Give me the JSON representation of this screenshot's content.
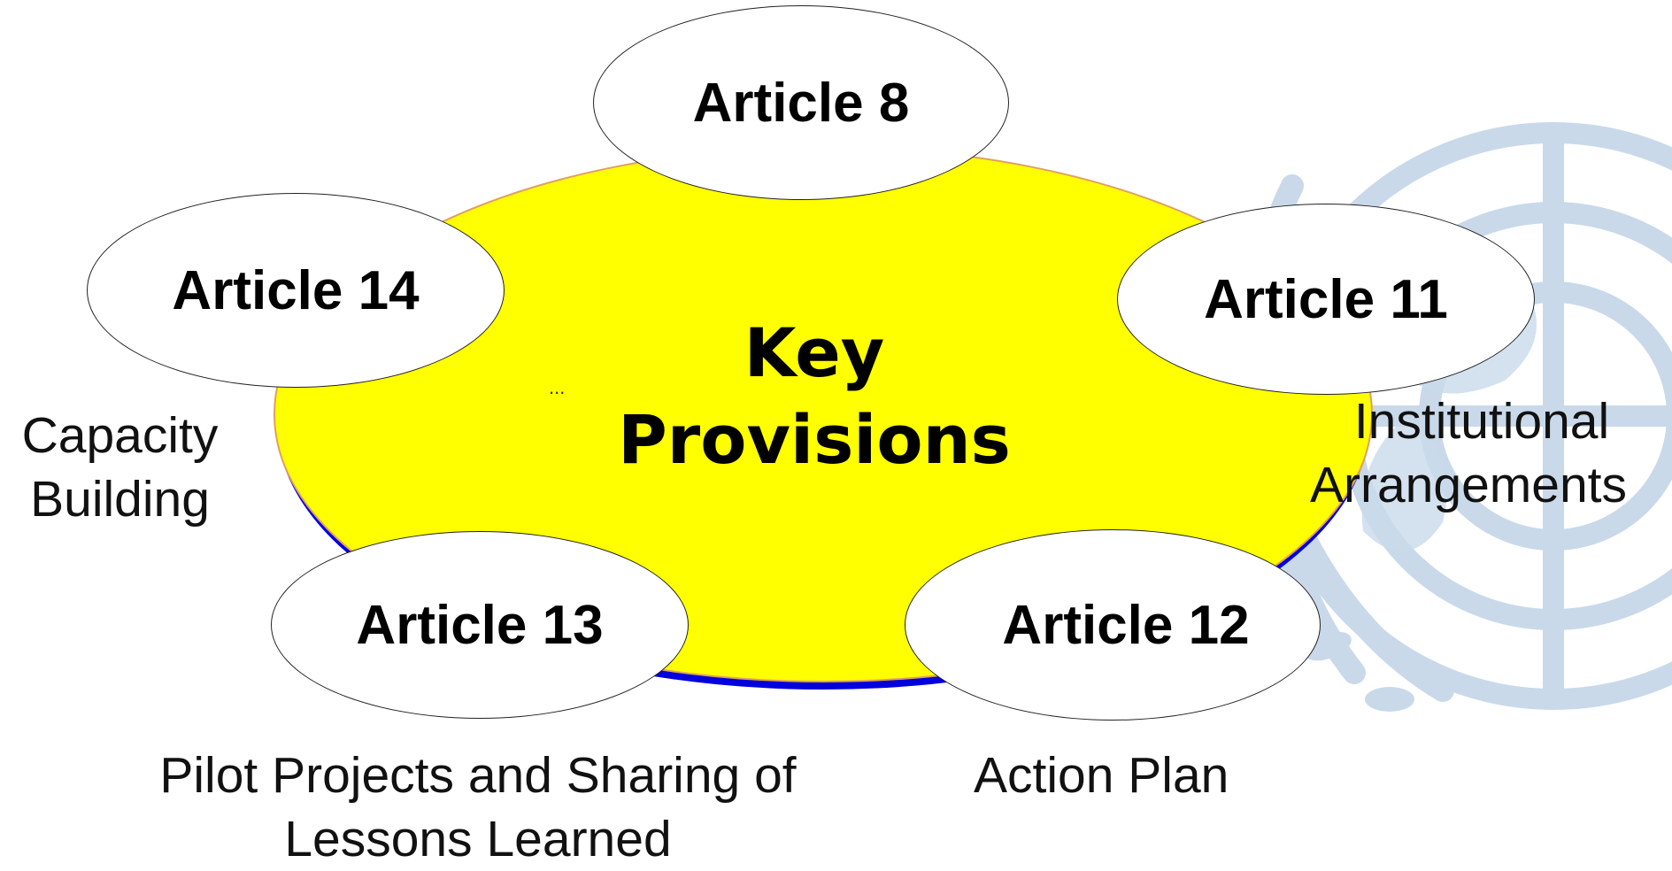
{
  "center": {
    "line1": "Key",
    "line2": "Provisions"
  },
  "articles": [
    {
      "label": "Article 8"
    },
    {
      "label": "Article 11"
    },
    {
      "label": "Article 12"
    },
    {
      "label": "Article 13"
    },
    {
      "label": "Article 14"
    }
  ],
  "captions": {
    "article_11": {
      "line1": "Institutional",
      "line2": "Arrangements"
    },
    "article_12": {
      "line1": "Action Plan"
    },
    "article_13": {
      "line1": "Pilot Projects and Sharing of",
      "line2": "Lessons Learned"
    },
    "article_14": {
      "line1": "Capacity",
      "line2": "Building"
    }
  },
  "ellipsis": "...",
  "colors": {
    "hub_fill": "#ffff00",
    "hub_outline": "#0000dd",
    "emblem": "#c9d9ea"
  },
  "watermark": "un-emblem"
}
